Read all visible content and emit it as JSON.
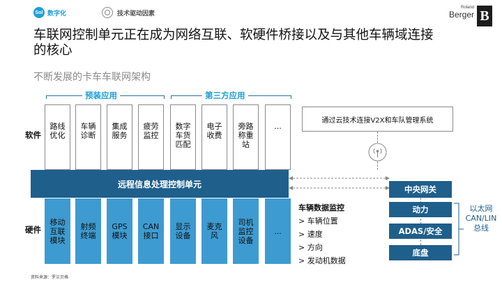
{
  "header": {
    "badge_primary": "数字化",
    "badge_primary_icon_text": "Sol",
    "badge_secondary": "技术驱动因素",
    "brand_small": "Roland",
    "brand_big": "Berger",
    "brand_mark": "B"
  },
  "title_line1": "车联网控制单元正在成为网络互联、软硬件桥接以及与其他车辆域连接",
  "title_line2": "的核心",
  "subtitle": "不断发展的卡车车联网架构",
  "brackets": {
    "preinstalled": "预装应用",
    "thirdparty": "第三方应用"
  },
  "row_labels": {
    "software": "软件",
    "hardware": "硬件"
  },
  "software_boxes": [
    [
      "路线",
      "优化"
    ],
    [
      "车辆",
      "诊断"
    ],
    [
      "集成",
      "服务"
    ],
    [
      "疲劳",
      "监控"
    ],
    [
      "数字",
      "车货",
      "匹配"
    ],
    [
      "电子",
      "收费"
    ],
    [
      "旁路",
      "称重",
      "站"
    ],
    [
      "..."
    ]
  ],
  "cloud_box": "通过云技术连接V2X和车队管理系统",
  "tcu_bar": "远程信息处理控制单元",
  "hardware_boxes": [
    [
      "移动",
      "互联",
      "模块"
    ],
    [
      "射频",
      "终端"
    ],
    [
      "GPS",
      "模块"
    ],
    [
      "CAN",
      "接口"
    ],
    [
      "显示",
      "设备"
    ],
    [
      "麦克",
      "风"
    ],
    [
      "司机",
      "监控",
      "设备"
    ],
    [
      "..."
    ]
  ],
  "monitoring": {
    "title": "车辆数据监控",
    "items": [
      "> 车辆位置",
      "> 速度",
      "> 方向",
      "> 发动机数据"
    ]
  },
  "domains": {
    "gateway": "中央网关",
    "items": [
      "动力",
      "ADAS/安全",
      "底盘"
    ]
  },
  "right_label": [
    "以太网",
    "CAN/LIN",
    "总线"
  ],
  "source": "资料来源：罗兰贝格",
  "colors": {
    "accent": "#1f9fd6",
    "dark_blue": "#1f5f8b",
    "mid_blue": "#3d9bd1"
  }
}
